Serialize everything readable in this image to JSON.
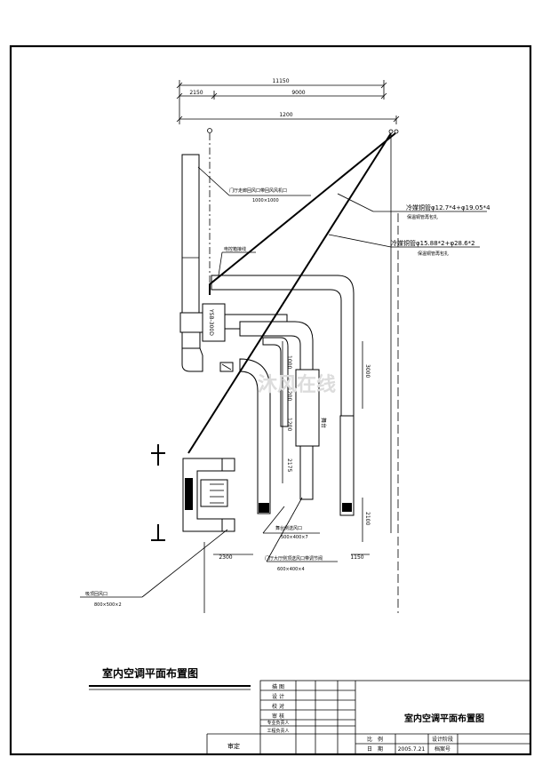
{
  "dimensions": {
    "overall": "11150",
    "seg_left": "2150",
    "seg_right": "9000",
    "lower": "1200",
    "v1": "1000",
    "v2": "1200",
    "v3": "1200",
    "v4": "2175",
    "v_right": "3000",
    "v_right_low": "2100",
    "h_bottom_left": "2300",
    "h_bottom_right": "1150"
  },
  "labels": {
    "door_outlet": "门厅走廊回风口带回风风机口",
    "door_outlet_size": "1000×1000",
    "wire_box": "电控箱接线",
    "pipe1": "冷媒铜管φ12.7*4+φ19.05*4",
    "pipe1_sub": "保温铜管再包扎",
    "pipe2": "冷媒铜管φ15.88*2+φ28.6*2",
    "pipe2_sub": "保温铜管再包扎",
    "unit": "YSB-300D",
    "stage": "舞台",
    "side_outlet": "舞台侧送风口",
    "side_outlet_size": "500×400×7",
    "main_outlet": "门厅大厅侧顶送风口带调节阀",
    "main_outlet_size": "600×400×4",
    "return": "吸顶回风口",
    "return_size": "800×500×2"
  },
  "watermark": "沐风在线",
  "drawing_title": "室内空调平面布置图",
  "title_block": {
    "roles": [
      "描 图",
      "设 计",
      "校 对",
      "审 核",
      "专业负责人",
      "工程负责人"
    ],
    "name": "室内空调平面布置图",
    "bottom_left": "审定",
    "scale_label": "比　例",
    "date_label": "日　期",
    "date": "2005.7.21",
    "stage_label": "设计阶段",
    "archive_label": "档案号"
  },
  "colors": {
    "ink": "#000000",
    "paper": "#ffffff",
    "watermark": "#dcdcdc"
  }
}
